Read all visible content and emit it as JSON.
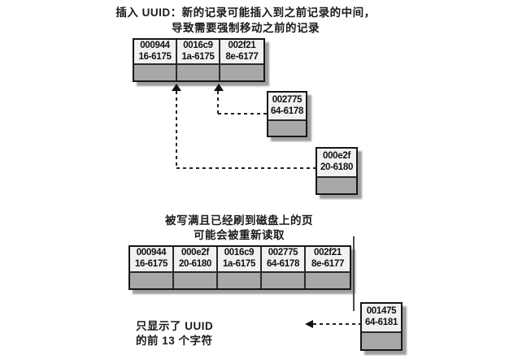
{
  "title": {
    "line1": "插入 UUID：新的记录可能插入到之前记录的中间，",
    "line2": "导致需要强制移动之前的记录"
  },
  "page_top": {
    "cells": [
      {
        "uuid": "000944",
        "rec": "16-6175"
      },
      {
        "uuid": "0016c9",
        "rec": "1a-6175"
      },
      {
        "uuid": "002f21",
        "rec": "8e-6177"
      }
    ]
  },
  "insert_page_1": {
    "uuid": "002775",
    "rec": "64-6178"
  },
  "insert_page_2": {
    "uuid": "000e2f",
    "rec": "20-6180"
  },
  "caption_mid": {
    "line1": "被写满且已经刷到磁盘上的页",
    "line2": "可能会被重新读取"
  },
  "page_bottom": {
    "cells": [
      {
        "uuid": "000944",
        "rec": "16-6175"
      },
      {
        "uuid": "000e2f",
        "rec": "20-6180"
      },
      {
        "uuid": "0016c9",
        "rec": "1a-6175"
      },
      {
        "uuid": "002775",
        "rec": "64-6178"
      },
      {
        "uuid": "002f21",
        "rec": "8e-6177"
      }
    ]
  },
  "new_page": {
    "uuid": "001475",
    "rec": "64-6181"
  },
  "note": {
    "line1": "只显示了 UUID",
    "line2": "的前 13 个字符"
  },
  "colors": {
    "background": "#ffffff",
    "cell_bg": "#f1f1f1",
    "empty_slot_bg": "#a8a8a8",
    "border": "#161616",
    "shadow": "#9e9e9e",
    "text": "#1a1a1a"
  }
}
